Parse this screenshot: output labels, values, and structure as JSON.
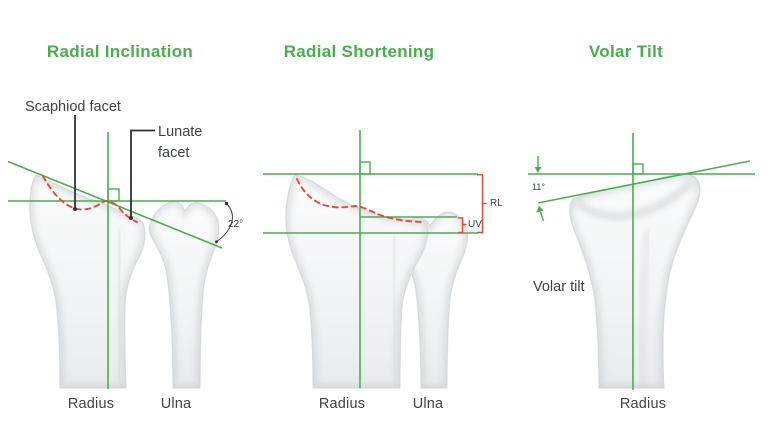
{
  "colors": {
    "green": "#4aae4f",
    "red": "#e8483c",
    "ink": "#3e4345",
    "pointer": "#2f3335",
    "bone_edge": "#dcdfe1"
  },
  "panels": {
    "inclination": {
      "title": "Radial Inclination",
      "scaphoid_facet_label": "Scaphiod facet",
      "lunate_facet_label": "Lunate facet",
      "angle": "22°",
      "bone_labels": {
        "radius": "Radius",
        "ulna": "Ulna"
      }
    },
    "shortening": {
      "title": "Radial Shortening",
      "radial_length_abbr": "RL",
      "ulnar_variance_abbr": "UV",
      "bone_labels": {
        "radius": "Radius",
        "ulna": "Ulna"
      }
    },
    "volar_tilt": {
      "title": "Volar Tilt",
      "angle": "11°",
      "tilt_label": "Volar tilt",
      "bone_labels": {
        "radius": "Radius"
      }
    }
  }
}
